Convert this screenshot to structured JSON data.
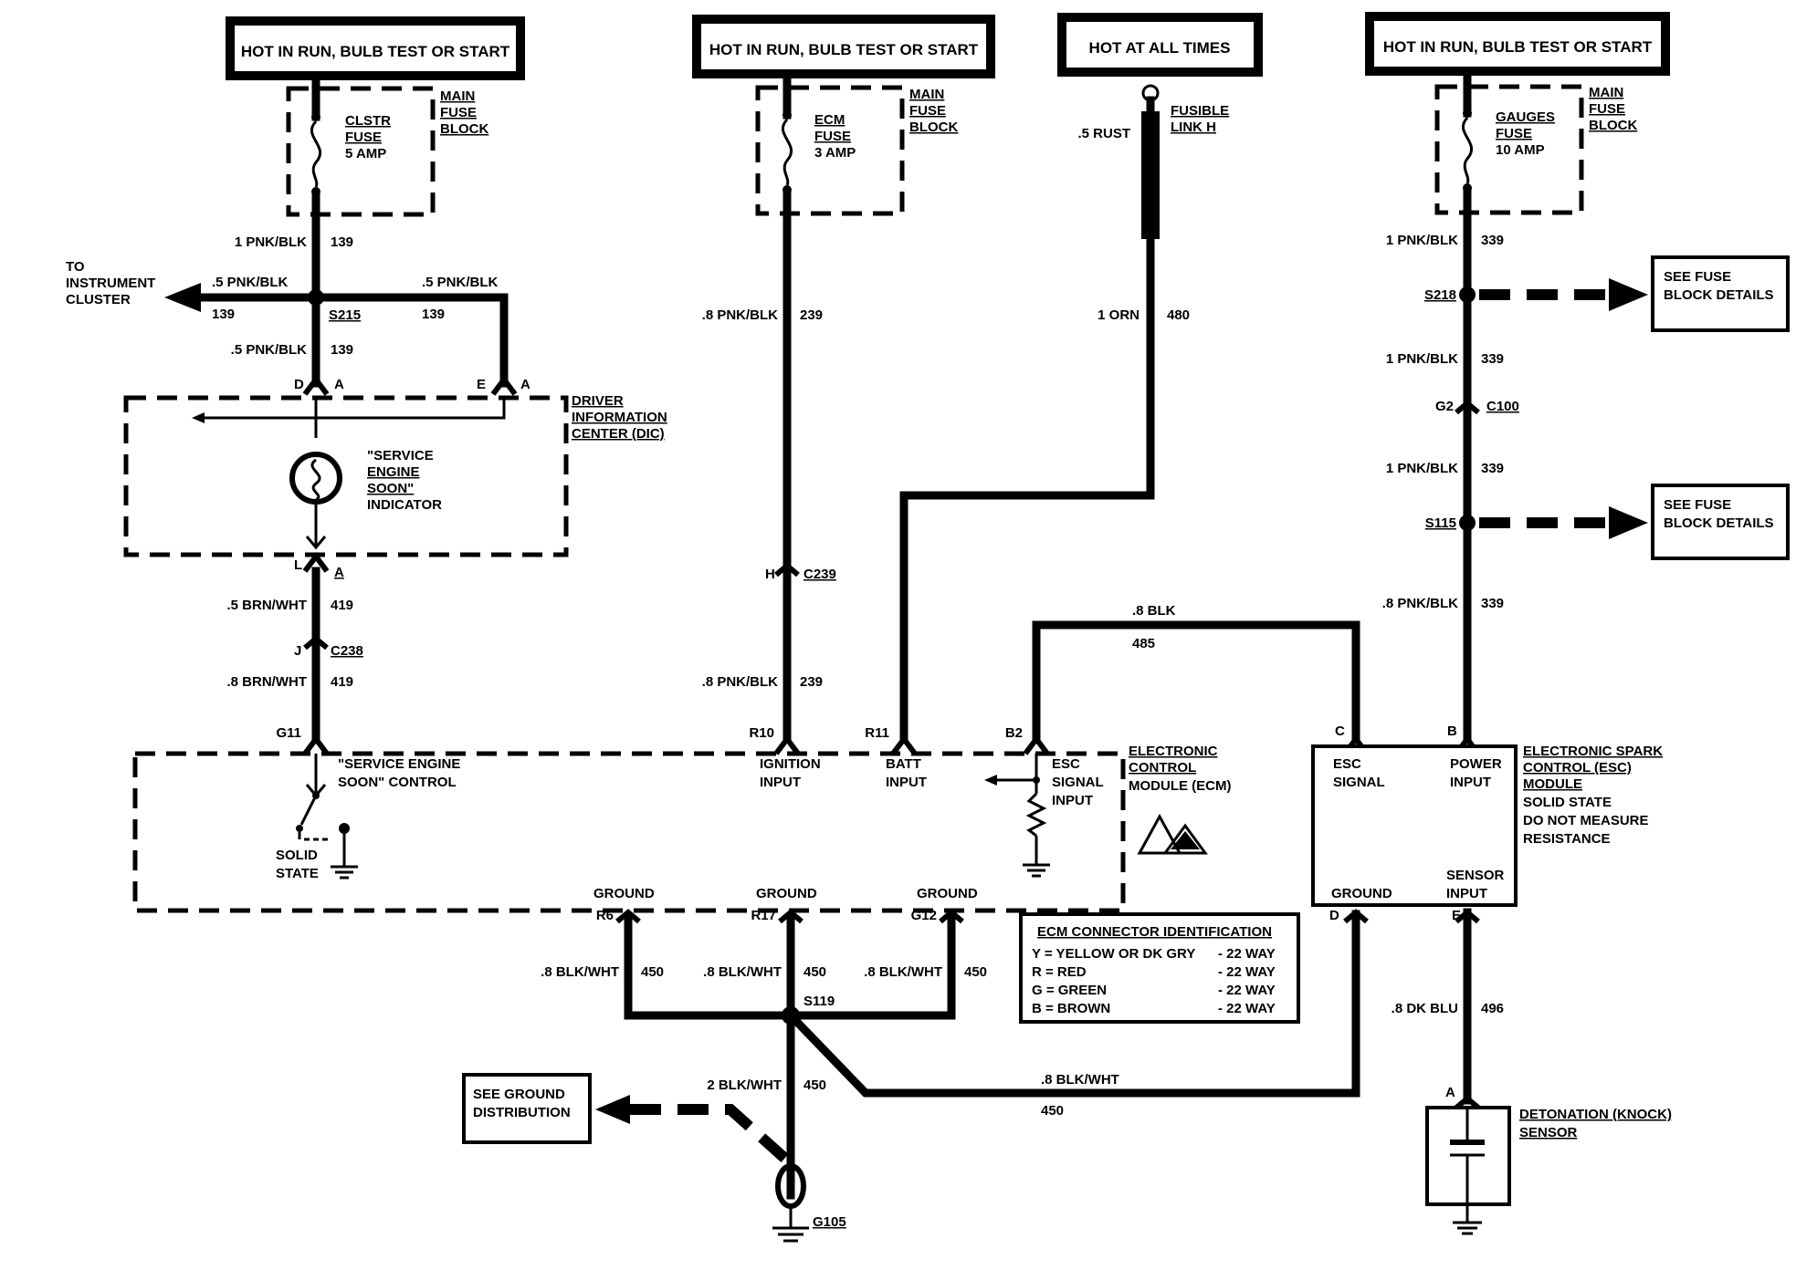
{
  "power_headers": {
    "h1": "HOT IN RUN, BULB TEST OR START",
    "h2": "HOT IN RUN, BULB TEST OR START",
    "h3": "HOT AT ALL TIMES",
    "h4": "HOT IN RUN, BULB TEST OR START"
  },
  "fuses": {
    "clstr": [
      "CLSTR",
      "FUSE",
      "5 AMP"
    ],
    "ecm": [
      "ECM",
      "FUSE",
      "3 AMP"
    ],
    "gauges": [
      "GAUGES",
      "FUSE",
      "10 AMP"
    ],
    "main_block": [
      "MAIN",
      "FUSE",
      "BLOCK"
    ],
    "fusible_link": [
      "FUSIBLE",
      "LINK H"
    ]
  },
  "wires": {
    "pnk_blk_1": "1 PNK/BLK",
    "pnk_blk_05": ".5 PNK/BLK",
    "pnk_blk_08": ".8 PNK/BLK",
    "rust_05": ".5 RUST",
    "orn_1": "1 ORN",
    "brn_wht_05": ".5 BRN/WHT",
    "brn_wht_08": ".8 BRN/WHT",
    "blk_08": ".8 BLK",
    "blk_wht_08": ".8 BLK/WHT",
    "blk_wht_2": "2 BLK/WHT",
    "dk_blu_08": ".8 DK BLU"
  },
  "circuits": {
    "c139": "139",
    "c239": "239",
    "c480": "480",
    "c339": "339",
    "c419": "419",
    "c485": "485",
    "c450": "450",
    "c496": "496"
  },
  "splices": {
    "s215": "S215",
    "s218": "S218",
    "s115": "S115",
    "s119": "S119",
    "c100": "C100",
    "c239": "C239",
    "c238": "C238",
    "g105": "G105"
  },
  "pins": {
    "D": "D",
    "A": "A",
    "E": "E",
    "L": "L",
    "J": "J",
    "H": "H",
    "G2": "G2",
    "G11": "G11",
    "R10": "R10",
    "R11": "R11",
    "B2": "B2",
    "C": "C",
    "B": "B",
    "R6": "R6",
    "R17": "R17",
    "G12": "G12",
    "esc_D": "D",
    "esc_E": "E",
    "knock_A": "A"
  },
  "to_cluster": [
    "TO",
    "INSTRUMENT",
    "CLUSTER"
  ],
  "dic": {
    "label": [
      "DRIVER",
      "INFORMATION",
      "CENTER (DIC)"
    ],
    "indicator": [
      "\"SERVICE",
      "ENGINE",
      "SOON\"",
      "INDICATOR"
    ]
  },
  "ecm": {
    "ses_control": [
      "\"SERVICE ENGINE",
      "SOON\" CONTROL"
    ],
    "solid_state": [
      "SOLID",
      "STATE"
    ],
    "ignition_input": [
      "IGNITION",
      "INPUT"
    ],
    "batt_input": [
      "BATT",
      "INPUT"
    ],
    "esc_signal_input": [
      "ESC",
      "SIGNAL",
      "INPUT"
    ],
    "label": [
      "ELECTRONIC",
      "CONTROL",
      "MODULE (ECM)"
    ],
    "ground": "GROUND"
  },
  "esc_module": {
    "esc_signal": [
      "ESC",
      "SIGNAL"
    ],
    "power_input": [
      "POWER",
      "INPUT"
    ],
    "ground": "GROUND",
    "sensor_input": [
      "SENSOR",
      "INPUT"
    ],
    "label": [
      "ELECTRONIC SPARK",
      "CONTROL (ESC)",
      "MODULE",
      "SOLID STATE",
      "DO NOT MEASURE",
      "RESISTANCE"
    ]
  },
  "see_fuse_block": [
    "SEE FUSE",
    "BLOCK DETAILS"
  ],
  "see_ground": [
    "SEE GROUND",
    "DISTRIBUTION"
  ],
  "knock_sensor": [
    "DETONATION (KNOCK)",
    "SENSOR"
  ],
  "ecm_connector_table": {
    "title": "ECM CONNECTOR IDENTIFICATION",
    "rows": [
      {
        "code": "Y = YELLOW OR DK GRY",
        "size": "- 22 WAY"
      },
      {
        "code": "R = RED",
        "size": "- 22 WAY"
      },
      {
        "code": "G = GREEN",
        "size": "- 22 WAY"
      },
      {
        "code": "B = BROWN",
        "size": "- 22 WAY"
      }
    ]
  }
}
